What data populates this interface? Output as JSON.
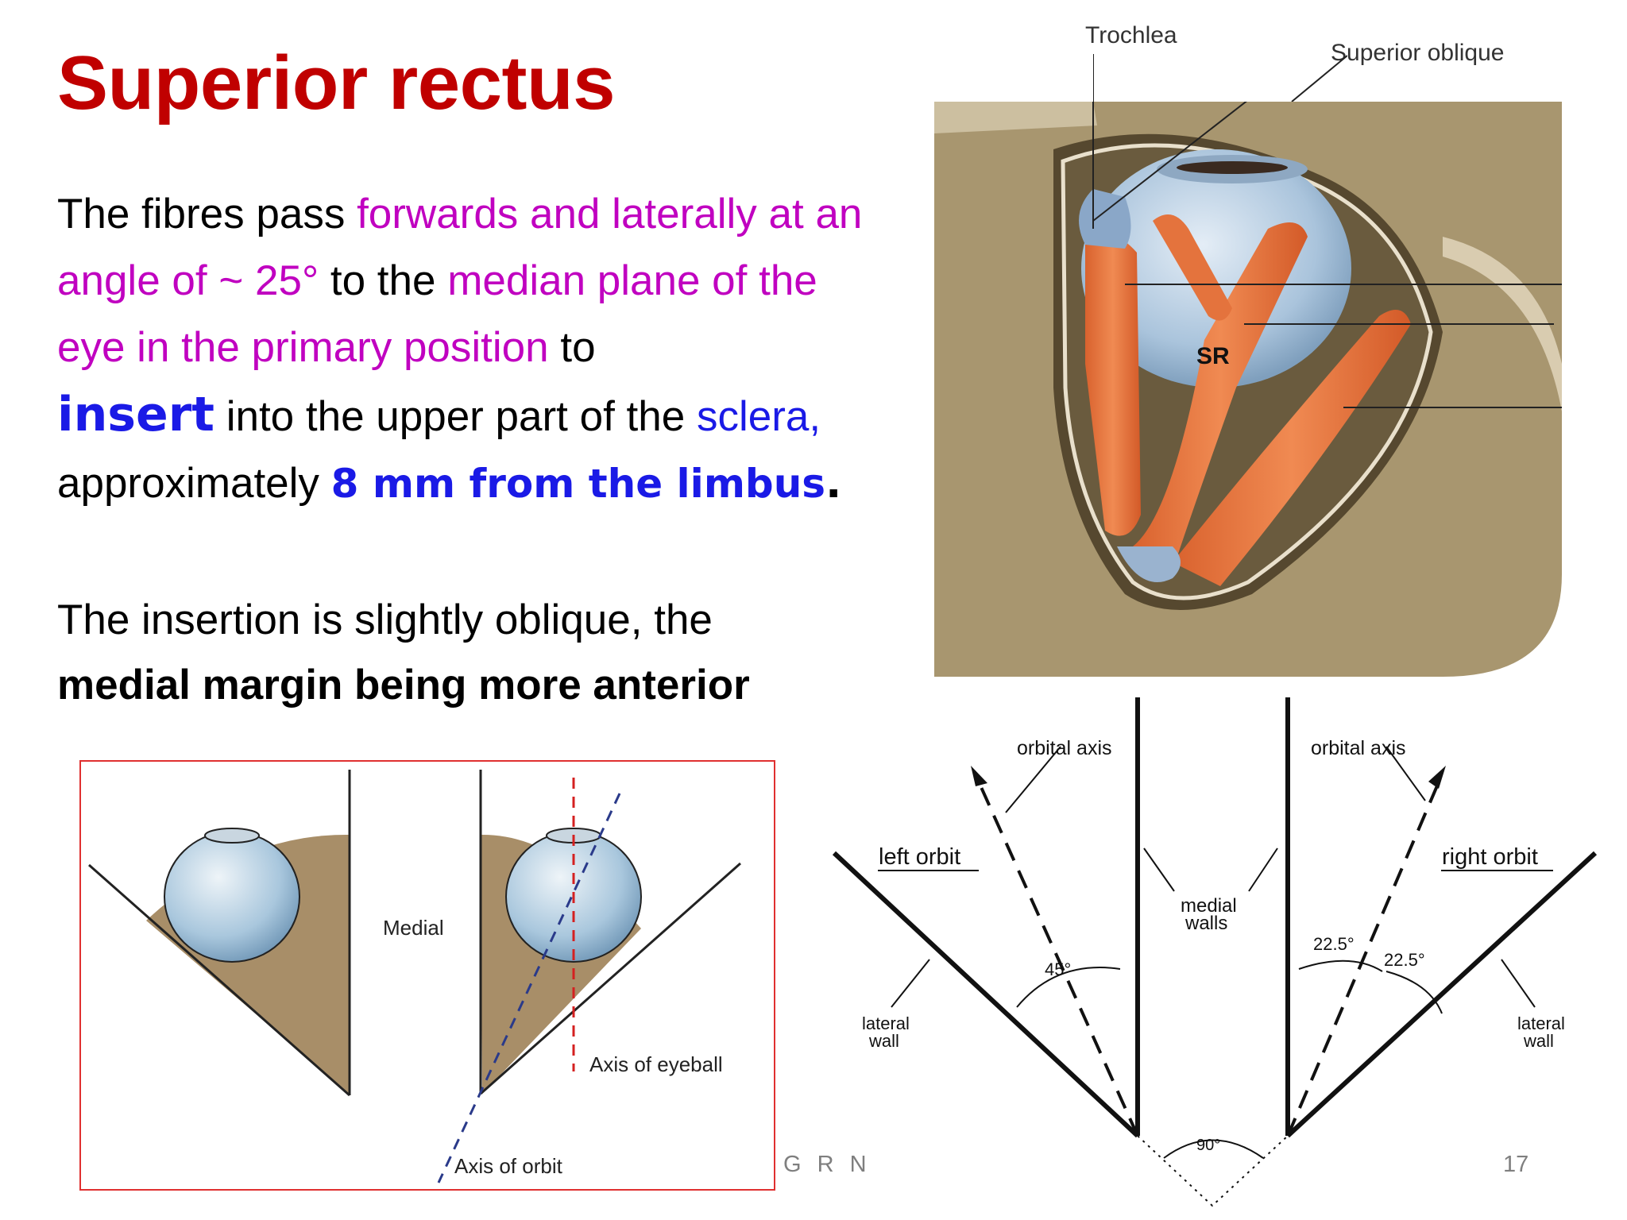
{
  "slide": {
    "title": "Superior rectus",
    "paragraph1": {
      "t1": "The fibres pass ",
      "t2": "forwards and laterally at an angle of ~ 25°",
      "t3": " to the ",
      "t4": "median plane of the eye in the primary position",
      "t5": " to ",
      "t6": "insert",
      "t7": " into the upper part of the ",
      "t8": "sclera,",
      "t9": " approximately ",
      "t10": "8 mm from the limbus",
      "t11": "."
    },
    "paragraph2": {
      "t1": "The insertion is slightly oblique, the ",
      "t2": "medial margin being more anterior"
    },
    "footer_center": "G R N",
    "page_number": "17"
  },
  "anatomy_figure": {
    "label_trochlea": "Trochlea",
    "label_superior_oblique": "Superior oblique",
    "label_sr": "SR"
  },
  "orbit_axis_figure": {
    "label_medial": "Medial",
    "label_axis_eyeball": "Axis of eyeball",
    "label_axis_orbit": "Axis of orbit"
  },
  "angle_diagram": {
    "orbital_axis_left": "orbital axis",
    "orbital_axis_right": "orbital axis",
    "left_orbit": "left orbit",
    "right_orbit": "right orbit",
    "medial_walls_1": "medial",
    "medial_walls_2": "walls",
    "lateral_wall_left_1": "lateral",
    "lateral_wall_left_2": "wall",
    "lateral_wall_right_1": "lateral",
    "lateral_wall_right_2": "wall",
    "angle_45": "45°",
    "angle_22a": "22.5°",
    "angle_22b": "22.5°",
    "angle_90": "90°"
  }
}
